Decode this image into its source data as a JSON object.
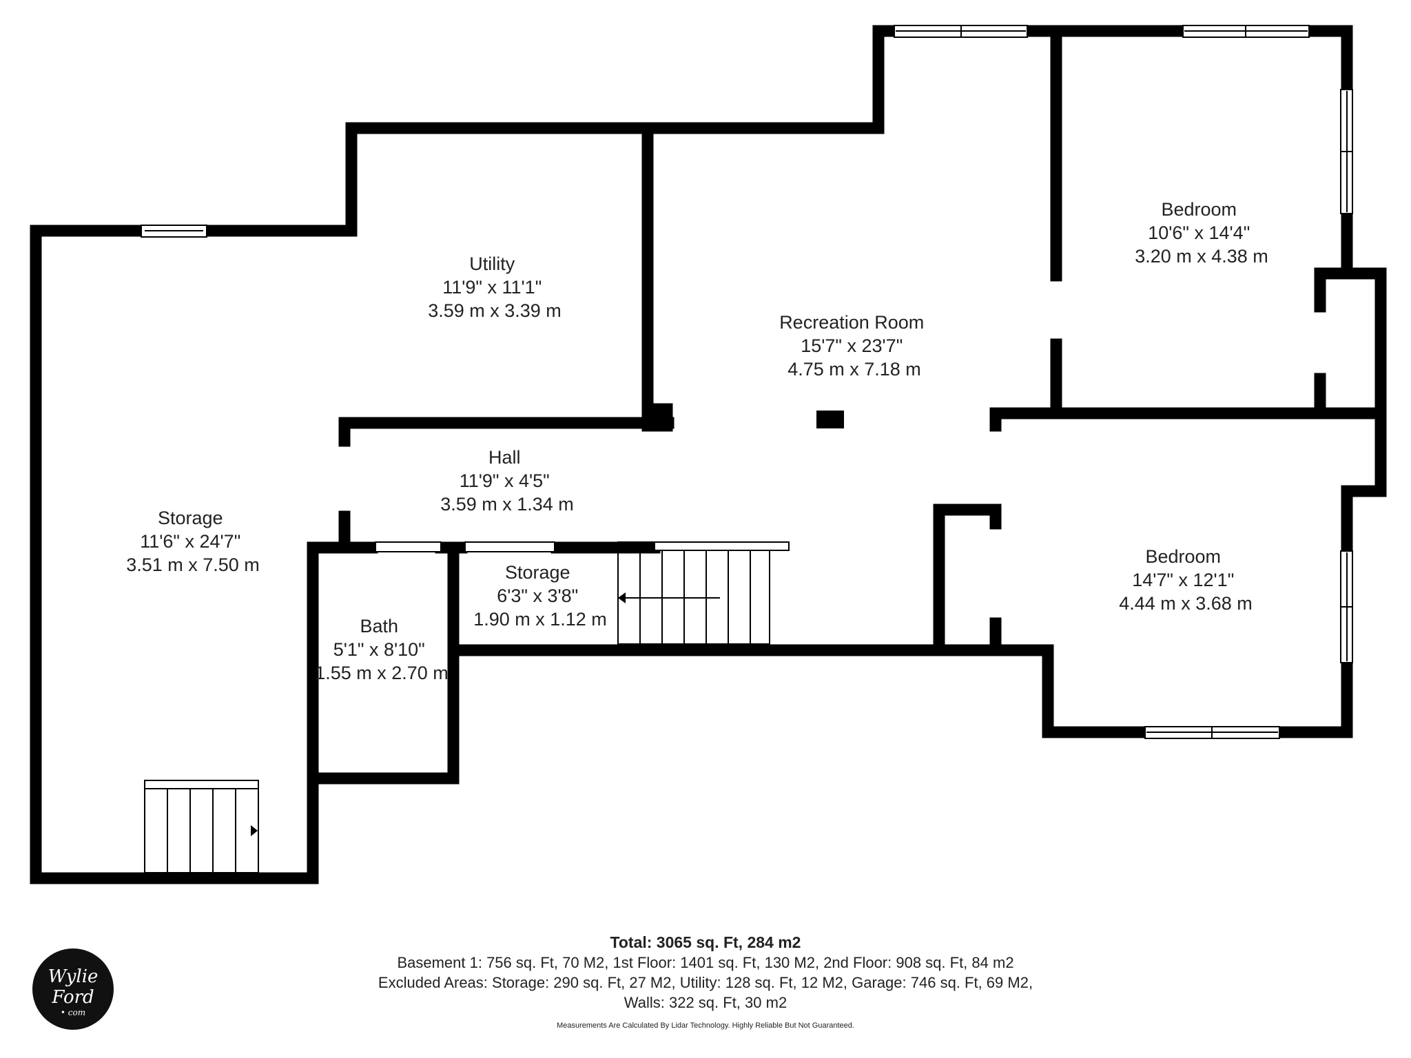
{
  "rooms": [
    {
      "name": "Utility",
      "size_imperial": "11'9\" x 11'1\"",
      "size_metric": "3.59 m x 3.39 m"
    },
    {
      "name": "Recreation Room",
      "size_imperial": "15'7\" x 23'7\"",
      "size_metric": "4.75 m x 7.18 m"
    },
    {
      "name": "Bedroom",
      "size_imperial": "10'6\" x 14'4\"",
      "size_metric": "3.20 m x 4.38 m"
    },
    {
      "name": "Hall",
      "size_imperial": "11'9\" x 4'5\"",
      "size_metric": "3.59 m x 1.34 m"
    },
    {
      "name": "Storage",
      "size_imperial": "11'6\" x 24'7\"",
      "size_metric": "3.51 m x 7.50 m"
    },
    {
      "name": "Storage",
      "size_imperial": "6'3\" x 3'8\"",
      "size_metric": "1.90 m x 1.12 m"
    },
    {
      "name": "Bath",
      "size_imperial": "5'1\" x 8'10\"",
      "size_metric": "1.55 m x 2.70 m"
    },
    {
      "name": "Bedroom",
      "size_imperial": "14'7\" x 12'1\"",
      "size_metric": "4.44 m x 3.68 m"
    }
  ],
  "summary": {
    "total": "Total: 3065 sq. Ft, 284 m2",
    "line1": "Basement 1: 756 sq. Ft, 70 M2, 1st Floor: 1401 sq. Ft, 130 M2, 2nd Floor: 908 sq. Ft, 84 m2",
    "line2": "Excluded Areas: Storage: 290 sq. Ft, 27 M2, Utility: 128 sq. Ft, 12 M2, Garage: 746 sq. Ft, 69 M2,",
    "line3": "Walls: 322 sq. Ft, 30 m2",
    "disclaimer": "Measurements Are Calculated By Lidar Technology. Highly Reliable But Not Guaranteed."
  },
  "logo": {
    "line1": "Wylie",
    "line2": "Ford",
    "line3": "• com"
  },
  "colors": {
    "wall": "#000000",
    "background": "#ffffff",
    "text": "#222222"
  }
}
